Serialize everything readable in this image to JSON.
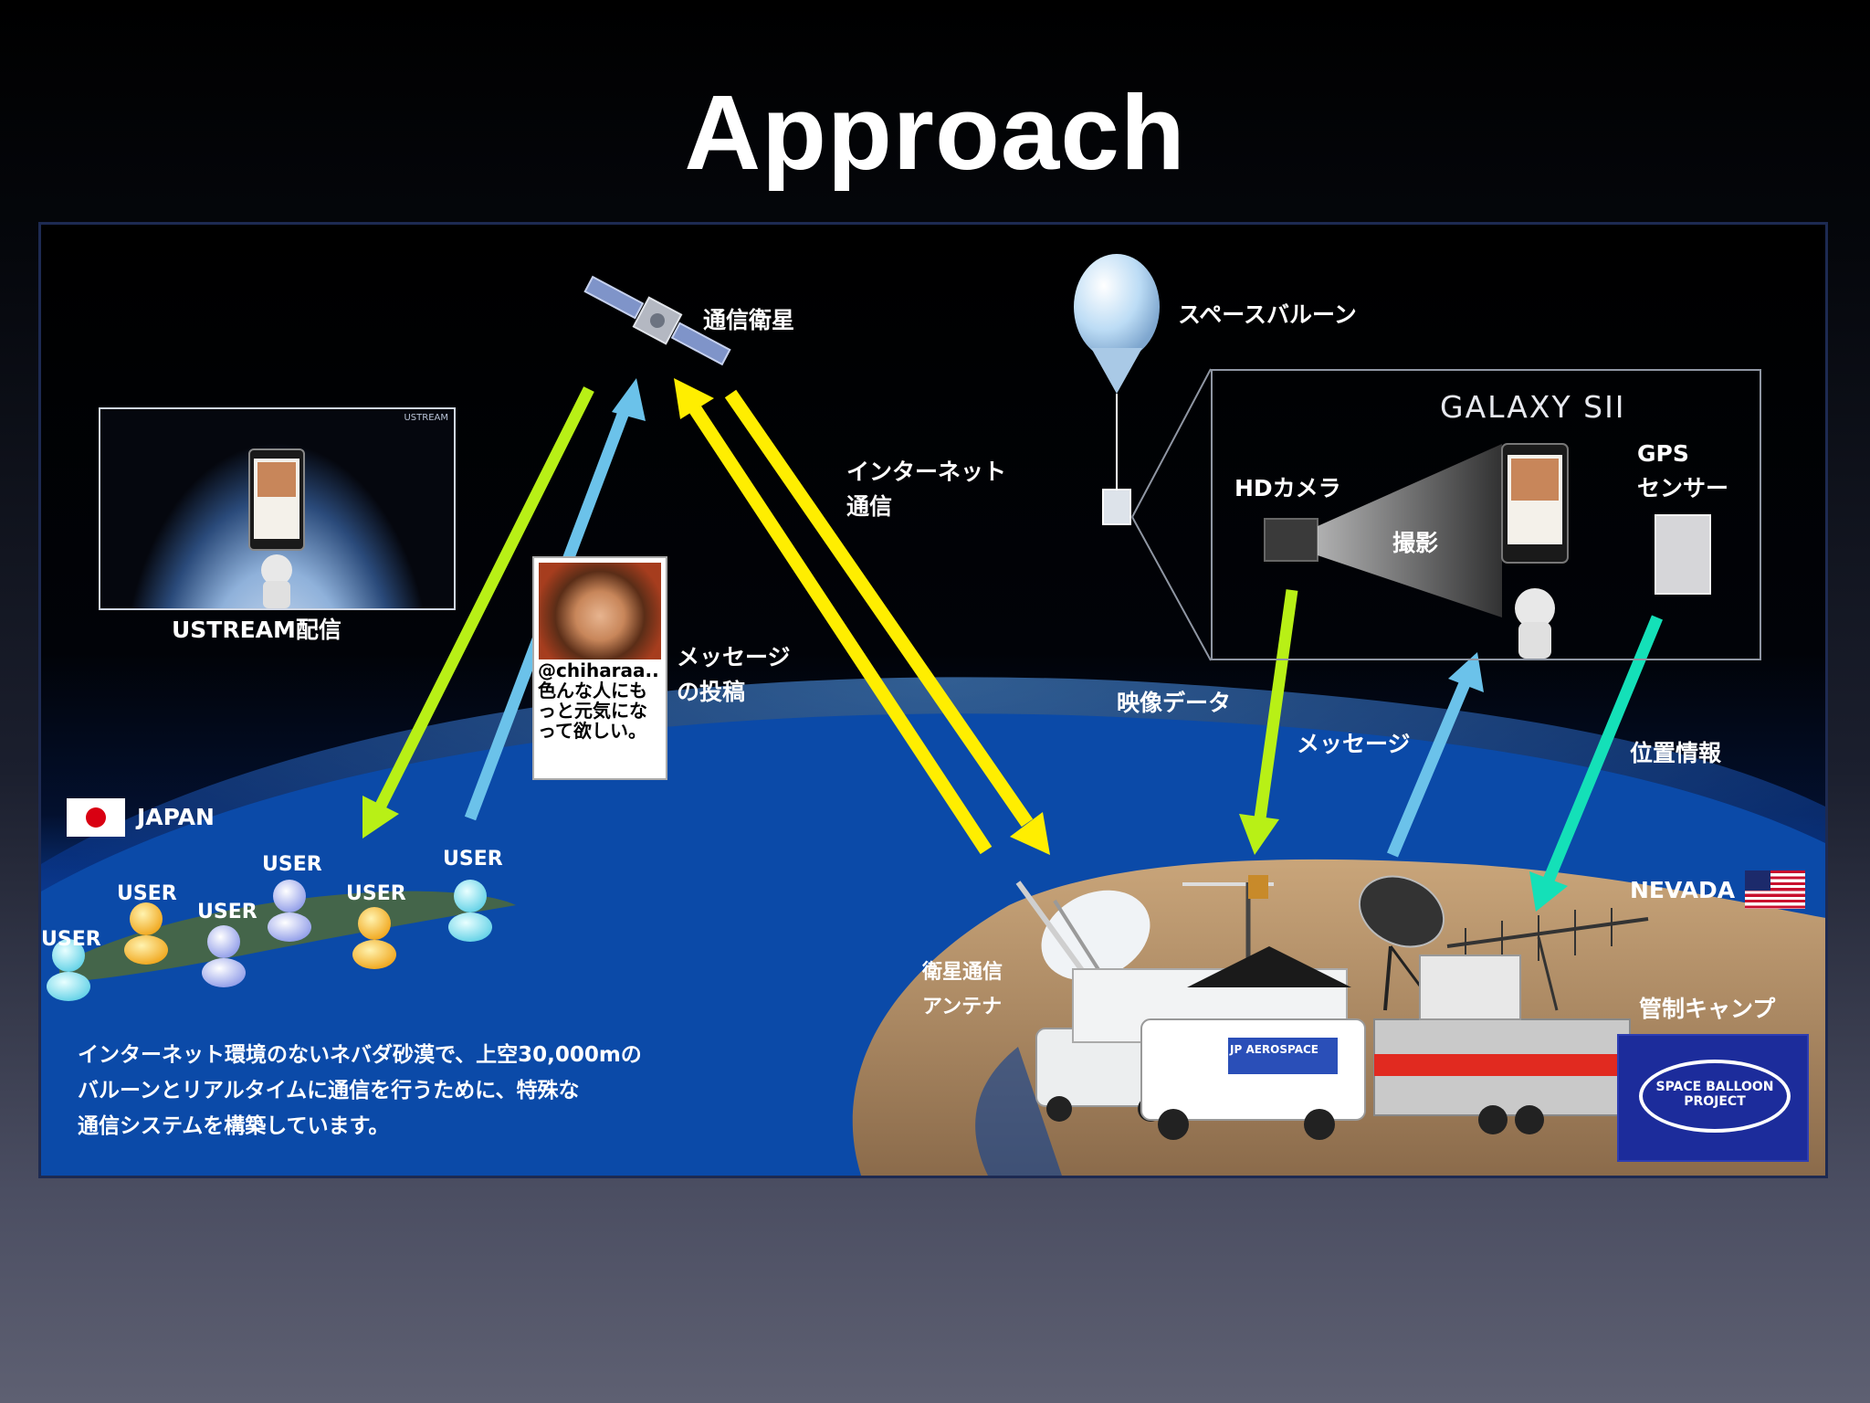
{
  "slide": {
    "title": "Approach"
  },
  "diagram": {
    "satellite_label": "通信衛星",
    "balloon_label": "スペースバルーン",
    "internet_label": "インターネット\n通信",
    "ustream_logo": "USTREAM",
    "ustream_label": "USTREAM配信",
    "message_post_label": "メッセージ\nの投稿",
    "tweet_text": "@chiharaa..\n色んな人にも\nっと元気にな\nって欲しい。",
    "galaxy_logo": "GALAXY SII",
    "hd_camera_label": "HDカメラ",
    "shooting_label": "撮影",
    "gps_label": "GPS\nセンサー",
    "video_data_label": "映像データ",
    "message_label": "メッセージ",
    "location_label": "位置情報",
    "japan_label": "JAPAN",
    "nevada_label": "NEVADA",
    "antenna_label": "衛星通信\nアンテナ",
    "camp_label": "管制キャンプ",
    "van_logo": "JP AEROSPACE",
    "sbp_logo_line1": "SPACE BALLOON",
    "sbp_logo_line2": "PROJECT",
    "users": [
      "USER",
      "USER",
      "USER",
      "USER",
      "USER",
      "USER"
    ],
    "description": "インターネット環境のないネバダ砂漠で、上空30,000mの\nバルーンとリアルタイムに通信を行うために、特殊な\n通信システムを構築しています。"
  },
  "colors": {
    "arrow_green": "#b8f016",
    "arrow_yellow": "#ffee00",
    "arrow_blue": "#6bc2ea",
    "arrow_cyan": "#14e0b8",
    "logo_blue": "#1c2c9b"
  }
}
